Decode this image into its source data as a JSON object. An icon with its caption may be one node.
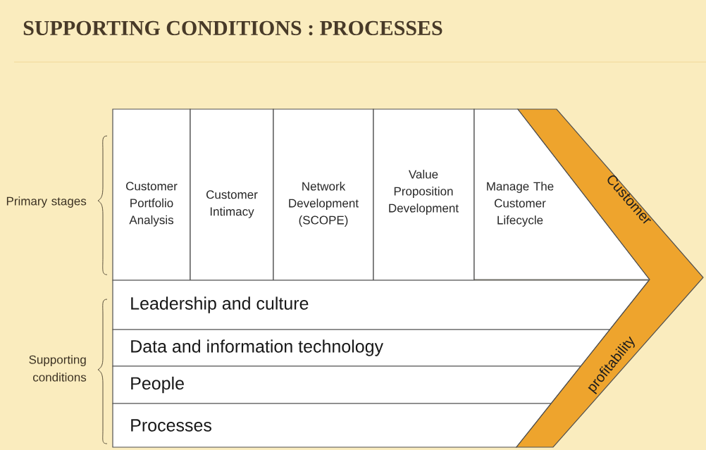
{
  "diagram": {
    "title": "SUPPORTING CONDITIONS : PROCESSES",
    "nodes": [
      {
        "text": [
          "Customer Portfolio Analysis"
        ]
      },
      {
        "text": [
          "Customer Intimacy"
        ]
      },
      {
        "text": [
          "Network Development (SCOPE)"
        ]
      },
      {
        "text": [
          "Value Proposition Development"
        ]
      },
      {
        "text": [
          "Manage The Customer Lifecycle"
        ]
      },
      {
        "text": [
          "Leadership and culture"
        ]
      },
      {
        "text": [
          "Data and information technology"
        ]
      },
      {
        "text": [
          "People"
        ]
      },
      {
        "text": [
          "Processes"
        ]
      },
      {
        "text": [
          "Customer",
          "profitability"
        ]
      }
    ],
    "labels": [
      "Primary stages",
      "Supporting conditions"
    ]
  }
}
